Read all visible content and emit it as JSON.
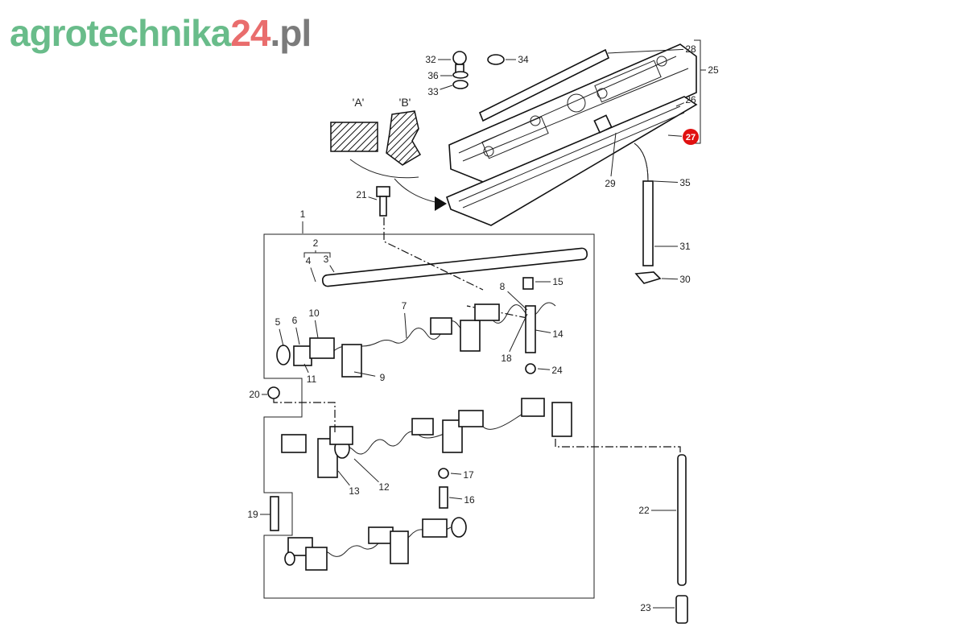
{
  "diagram": {
    "section_labels": [
      "'A'",
      "'B'"
    ],
    "callouts": [
      "1",
      "2",
      "3",
      "4",
      "5",
      "6",
      "7",
      "8",
      "9",
      "10",
      "11",
      "12",
      "13",
      "14",
      "15",
      "16",
      "17",
      "18",
      "19",
      "20",
      "21",
      "22",
      "23",
      "24",
      "25",
      "26",
      "27",
      "28",
      "29",
      "30",
      "31",
      "32",
      "33",
      "34",
      "35",
      "36"
    ],
    "highlighted_callout": "27",
    "highlight_color": "#e01010"
  },
  "watermark": {
    "part1": "agrotechnika",
    "part2": "24",
    "part3": ".pl"
  }
}
